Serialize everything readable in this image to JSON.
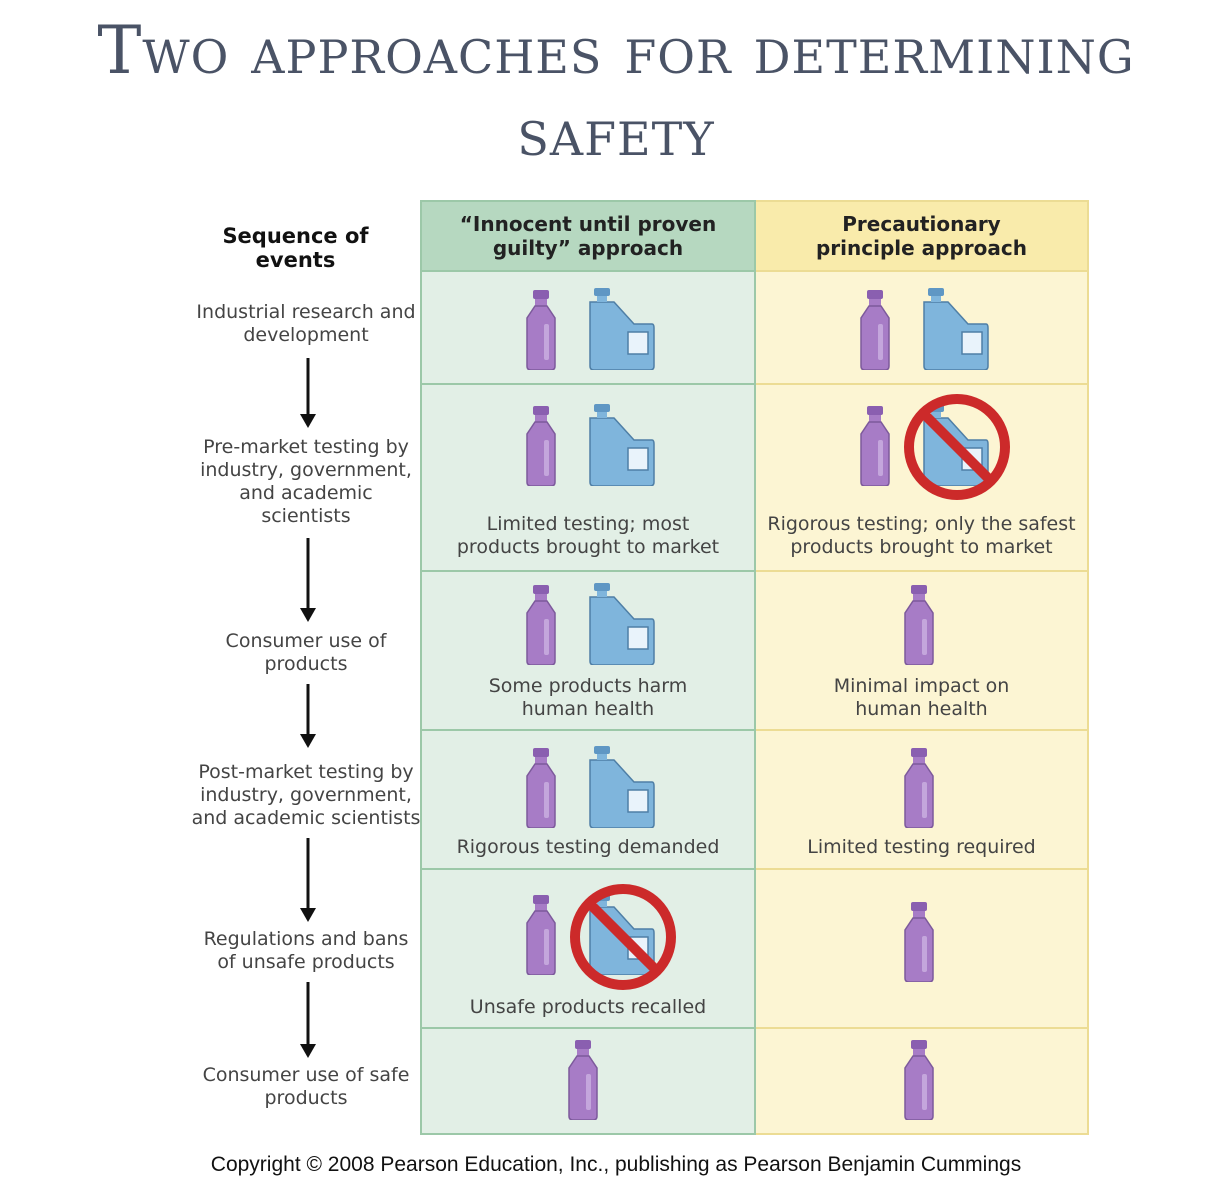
{
  "title": {
    "line1": "Two approaches for determining",
    "line2": "safety"
  },
  "sequence": {
    "header": "Sequence of events",
    "steps": [
      {
        "lines": [
          "Industrial research and",
          "development"
        ]
      },
      {
        "lines": [
          "Pre-market testing by",
          "industry, government,",
          "and academic",
          "scientists"
        ]
      },
      {
        "lines": [
          "Consumer use of",
          "products"
        ]
      },
      {
        "lines": [
          "Post-market testing by",
          "industry, government,",
          "and academic scientists"
        ]
      },
      {
        "lines": [
          "Regulations and bans",
          "of unsafe products"
        ]
      },
      {
        "lines": [
          "Consumer use of safe",
          "products"
        ]
      }
    ]
  },
  "columns": {
    "innocent": {
      "header_lines": [
        "“Innocent until proven",
        "guilty” approach"
      ],
      "color_fill": "#e2efe6",
      "color_header": "#b6d8c0",
      "rows": [
        {
          "caption": []
        },
        {
          "caption": [
            "Limited testing; most",
            "products brought to market"
          ]
        },
        {
          "caption": [
            "Some products harm",
            "human health"
          ]
        },
        {
          "caption": [
            "Rigorous testing demanded"
          ]
        },
        {
          "caption": [
            "Unsafe products recalled"
          ]
        },
        {
          "caption": []
        }
      ]
    },
    "precautionary": {
      "header_lines": [
        "Precautionary",
        "principle approach"
      ],
      "color_fill": "#fcf5d3",
      "color_header": "#f9ebab",
      "rows": [
        {
          "caption": []
        },
        {
          "caption": [
            "Rigorous testing; only the safest",
            "products brought to market"
          ]
        },
        {
          "caption": [
            "Minimal impact on",
            "human health"
          ]
        },
        {
          "caption": [
            "Limited testing required"
          ]
        },
        {
          "caption": []
        },
        {
          "caption": []
        }
      ]
    }
  },
  "icons": {
    "bottle": "purple-bottle-icon",
    "jug": "blue-jug-icon",
    "ban": "prohibited-icon",
    "bottle_color": "#a77cc6",
    "jug_color": "#7fb5dc",
    "ban_color": "#cc2a2a"
  },
  "copyright": "Copyright © 2008 Pearson Education, Inc., publishing as Pearson Benjamin Cummings"
}
